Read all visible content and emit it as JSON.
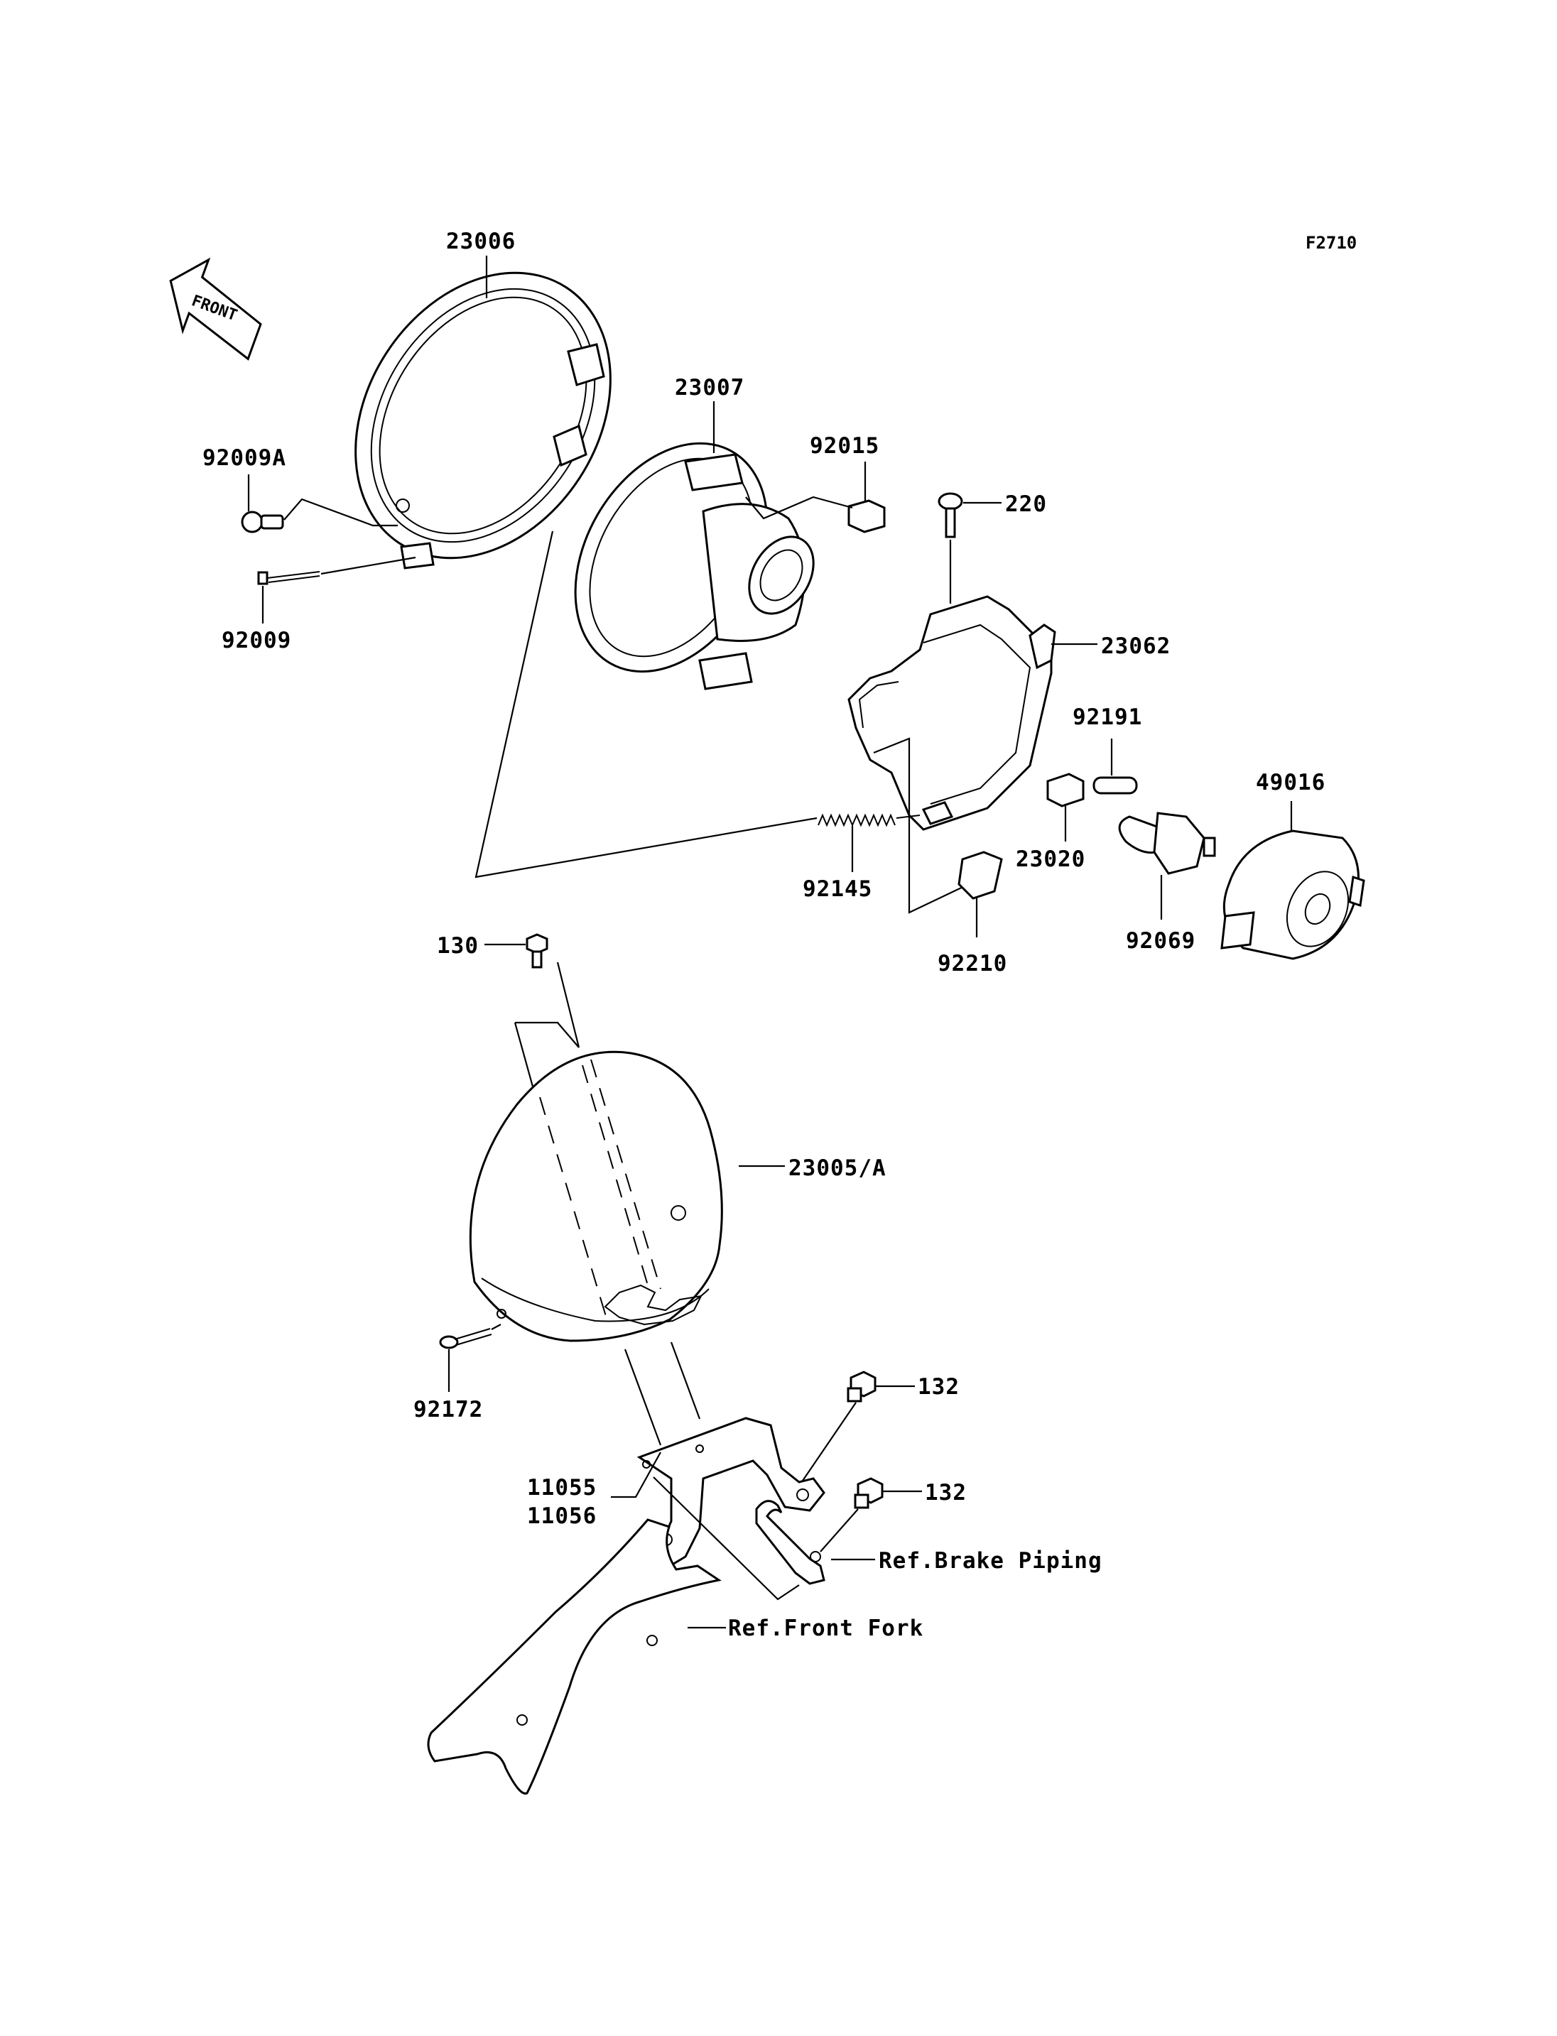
{
  "diagram_code": "F2710",
  "front_indicator": "FRONT",
  "labels": {
    "p23006": "23006",
    "p23007": "23007",
    "p92015": "92015",
    "p92009A": "92009A",
    "p92009": "92009",
    "p220": "220",
    "p23062": "23062",
    "p92191": "92191",
    "p49016": "49016",
    "p23020": "23020",
    "p92145": "92145",
    "p92210": "92210",
    "p92069": "92069",
    "p130": "130",
    "p23005A": "23005/A",
    "p92172": "92172",
    "p132a": "132",
    "p132b": "132",
    "p11055": "11055",
    "p11056": "11056",
    "ref_brake": "Ref.Brake Piping",
    "ref_fork": "Ref.Front Fork"
  }
}
